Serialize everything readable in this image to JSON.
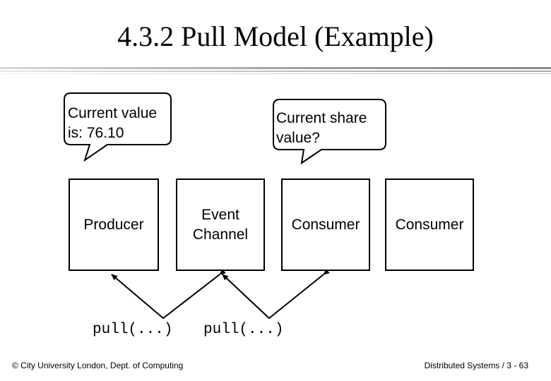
{
  "slide": {
    "title": "4.3.2 Pull Model (Example)"
  },
  "bubbles": [
    {
      "lines": [
        "Current value",
        "is: 76.10"
      ]
    },
    {
      "lines": [
        "Current share",
        "value?"
      ]
    }
  ],
  "boxes": {
    "producer": [
      "Producer"
    ],
    "channel": [
      "Event",
      "Channel"
    ],
    "consumer1": [
      "Consumer"
    ],
    "consumer2": [
      "Consumer"
    ]
  },
  "pull_labels": [
    "pull(...)",
    "pull(...)"
  ],
  "footer": {
    "left": "© City University London, Dept. of Computing",
    "right": "Distributed Systems / 3 - 63"
  }
}
